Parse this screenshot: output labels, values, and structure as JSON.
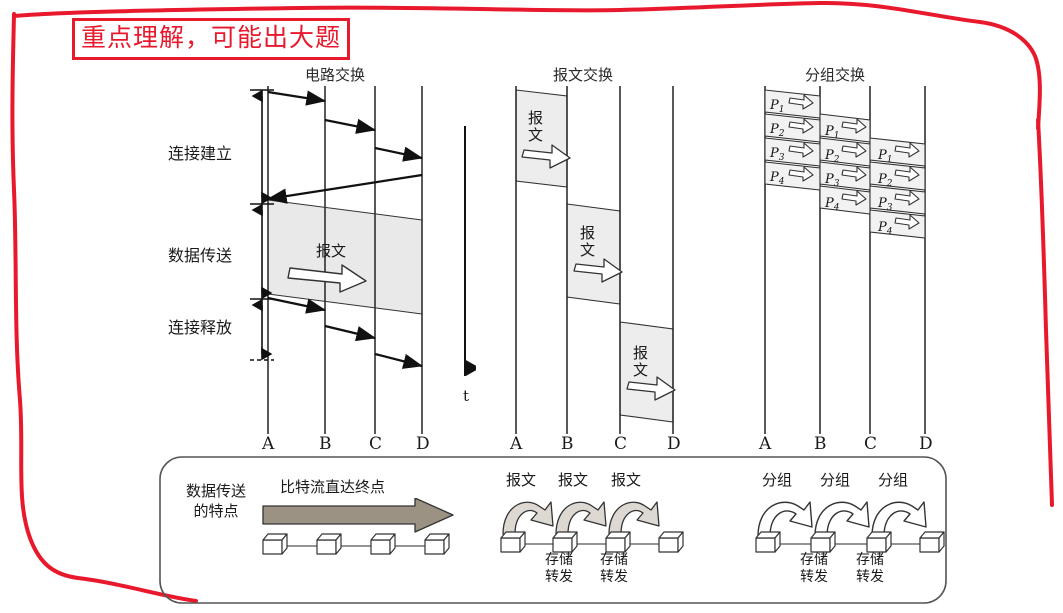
{
  "annotation": {
    "highlight_note": "重点理解，可能出大题",
    "highlight_color": "#e8192c",
    "border_color": "#e8192c"
  },
  "diagram": {
    "title_circuit": "电路交换",
    "title_message": "报文交换",
    "title_packet": "分组交换",
    "time_axis_label": "t",
    "node_labels": [
      "A",
      "B",
      "C",
      "D"
    ],
    "phases": [
      {
        "name": "连接建立"
      },
      {
        "name": "数据传送"
      },
      {
        "name": "连接释放"
      }
    ],
    "circuit": {
      "data_label": "报文",
      "nodes": [
        "A",
        "B",
        "C",
        "D"
      ]
    },
    "message": {
      "segments": [
        "报文",
        "报文",
        "报文"
      ],
      "nodes": [
        "A",
        "B",
        "C",
        "D"
      ]
    },
    "packet": {
      "hops": [
        {
          "link": "A-B",
          "packets": [
            "P",
            "P",
            "P",
            "P"
          ],
          "subs": [
            "1",
            "2",
            "3",
            "4"
          ]
        },
        {
          "link": "B-C",
          "packets": [
            "P",
            "P",
            "P",
            "P"
          ],
          "subs": [
            "1",
            "2",
            "3",
            "4"
          ]
        },
        {
          "link": "C-D",
          "packets": [
            "P",
            "P",
            "P",
            "P"
          ],
          "subs": [
            "1",
            "2",
            "3",
            "4"
          ]
        }
      ],
      "nodes": [
        "A",
        "B",
        "C",
        "D"
      ]
    }
  },
  "summary": {
    "feature_label": "数据传送\n的特点",
    "feature_label_line1": "数据传送",
    "feature_label_line2": "的特点",
    "circuit_caption": "比特流直达终点",
    "message_captions": [
      "报文",
      "报文",
      "报文"
    ],
    "packet_captions": [
      "分组",
      "分组",
      "分组"
    ],
    "store_forward_line1": "存储",
    "store_forward_line2": "转发",
    "message_store_forward": [
      {
        "line1": "存储",
        "line2": "转发"
      },
      {
        "line1": "存储",
        "line2": "转发"
      }
    ],
    "packet_store_forward": [
      {
        "line1": "存储",
        "line2": "转发"
      },
      {
        "line1": "存储",
        "line2": "转发"
      }
    ]
  }
}
